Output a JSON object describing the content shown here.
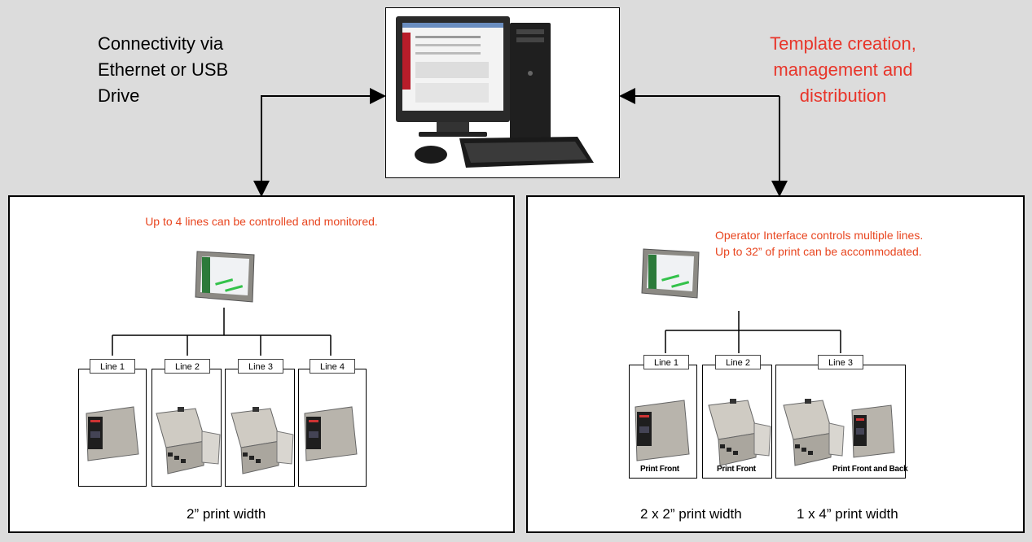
{
  "top": {
    "connectivity_text": "Connectivity via Ethernet or USB Drive",
    "template_text": "Template creation, management and distribution"
  },
  "left_panel": {
    "header": "Up to 4 lines can be controlled and monitored.",
    "lines": [
      "Line 1",
      "Line 2",
      "Line 3",
      "Line 4"
    ],
    "caption": "2” print width"
  },
  "right_panel": {
    "header_line1": "Operator Interface controls multiple lines.",
    "header_line2": "Up to 32” of print can be accommodated.",
    "lines": [
      "Line 1",
      "Line 2",
      "Line 3"
    ],
    "print_labels": [
      "Print Front",
      "Print Front",
      "Print Front and Back"
    ],
    "caption_left": "2 x 2” print width",
    "caption_right": "1 x  4” print width"
  },
  "colors": {
    "red_text": "#e8352a",
    "panel_border": "#000000",
    "background": "#dcdcdc"
  }
}
